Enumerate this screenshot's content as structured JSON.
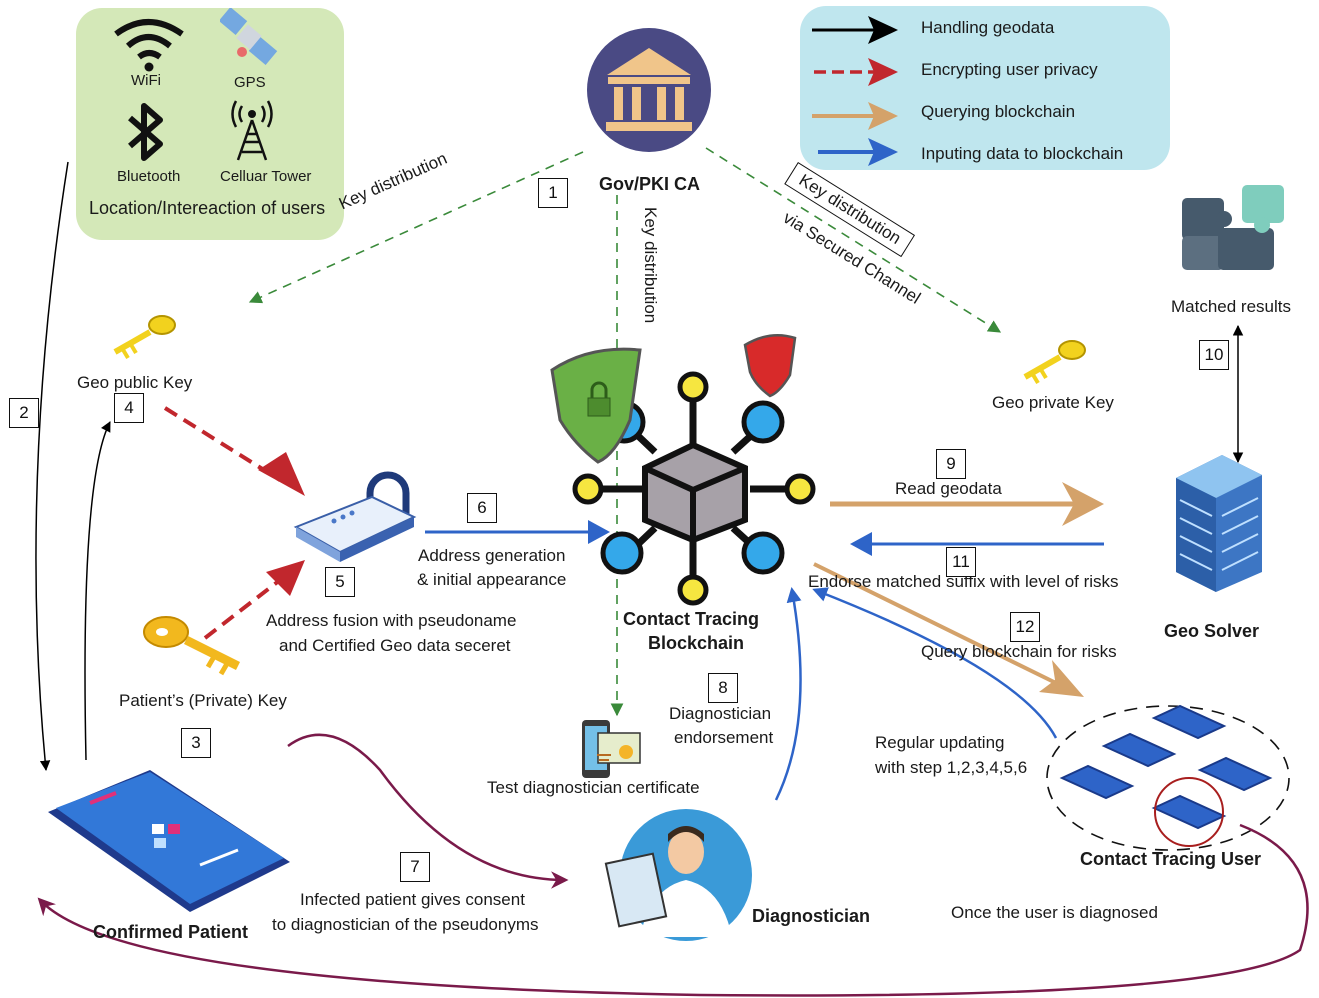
{
  "colors": {
    "handling": "#000000",
    "encrypting": "#c1272d",
    "querying": "#d4a26a",
    "inputing": "#2e64c8",
    "key_dist": "#3a8a3a",
    "feedback": "#7a1a4a",
    "loc_panel": "#d4e8b8",
    "legend_panel": "#bfe6ee",
    "gov_circle": "#4a4a84",
    "key_gold": "#f2d21e"
  },
  "location_panel": {
    "items": [
      {
        "label": "WiFi",
        "icon": "wifi-icon"
      },
      {
        "label": "GPS",
        "icon": "satellite-icon"
      },
      {
        "label": "Bluetooth",
        "icon": "bluetooth-icon"
      },
      {
        "label": "Celluar Tower",
        "icon": "cell-tower-icon"
      }
    ],
    "caption": "Location/Intereaction of users"
  },
  "legend": [
    {
      "label": "Handling geodata",
      "style": "solid",
      "color": "#000000"
    },
    {
      "label": "Encrypting user privacy",
      "style": "dashed",
      "color": "#c1272d"
    },
    {
      "label": "Querying blockchain",
      "style": "solid",
      "color": "#d4a26a"
    },
    {
      "label": "Inputing data to blockchain",
      "style": "solid",
      "color": "#2e64c8"
    }
  ],
  "nodes": {
    "gov": "Gov/PKI CA",
    "blockchain_line1": "Contact Tracing",
    "blockchain_line2": "Blockchain",
    "geo_solver": "Geo Solver",
    "confirmed_patient": "Confirmed Patient",
    "diagnostician": "Diagnostician",
    "contact_tracing_user": "Contact Tracing User",
    "matched_results": "Matched results",
    "geo_public_key": "Geo public Key",
    "geo_private_key": "Geo private Key",
    "patient_key": "Patient’s (Private) Key",
    "test_certificate": "Test  diagnostician certificate"
  },
  "edge_labels": {
    "key_dist_left": "Key distribution",
    "key_dist_mid": "Key distribution",
    "key_dist_right": "Key distribution",
    "secured_channel": "via Secured Channel",
    "address_gen_1": "Address generation",
    "address_gen_2": "& initial appearance",
    "address_fusion_1": "Address fusion with pseudoname",
    "address_fusion_2": "and Certified Geo data seceret",
    "read_geodata": "Read geodata",
    "endorse": "Endorse matched suffix with level of risks",
    "query_risks": "Query blockchain for risks",
    "diag_endorse_1": "Diagnostician",
    "diag_endorse_2": "endorsement",
    "regular_1": "Regular updating",
    "regular_2": "with step 1,2,3,4,5,6",
    "consent_1": "Infected patient gives consent",
    "consent_2": "to diagnostician of the pseudonyms",
    "once_diagnosed": "Once the user is diagnosed"
  },
  "steps": [
    "1",
    "2",
    "3",
    "4",
    "5",
    "6",
    "7",
    "8",
    "9",
    "10",
    "11",
    "12"
  ]
}
